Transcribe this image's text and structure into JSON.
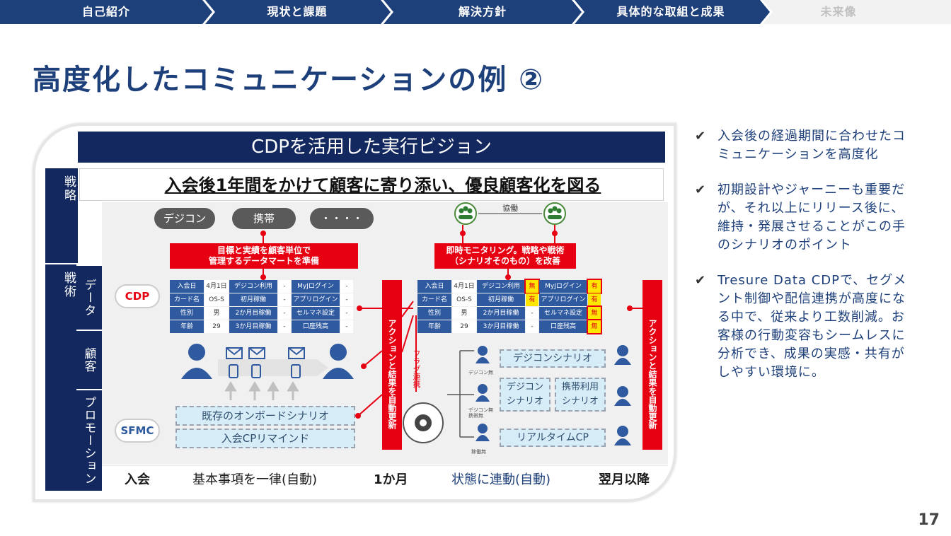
{
  "nav": {
    "steps": [
      {
        "label": "自己紹介",
        "state": "done"
      },
      {
        "label": "現状と課題",
        "state": "done"
      },
      {
        "label": "解決方針",
        "state": "done"
      },
      {
        "label": "具体的な取組と成果",
        "state": "current"
      },
      {
        "label": "未来像",
        "state": "future"
      }
    ],
    "colors": {
      "active": "#1d3f7a",
      "future": "#f2f2f2"
    }
  },
  "title": "高度化したコミュニケーションの例 ②",
  "slide": {
    "vision_title": "CDPを活用した実行ビジョン",
    "strategy_label": "戦略",
    "strategy_text": "入会後1年間をかけて顧客に寄り添い、優良顧客化を図る",
    "tactics_label": "戦術",
    "rows": {
      "data": "データ",
      "customer": "顧客",
      "promotion": "プロモーション"
    },
    "channels": [
      "デジコン",
      "携帯",
      "・・・・"
    ],
    "collab_label": "協働",
    "left_callout": [
      "目標と実績を顧客単位で",
      "管理するデータマートを準備"
    ],
    "right_callout": [
      "即時モニタリング。戦略や戦術",
      "（シナリオそのもの）を改善"
    ],
    "cdp_label": "CDP",
    "sfmc_label": "SFMC",
    "left_table": [
      [
        "入会日",
        "4月1日",
        "デジコン利用",
        "-",
        "MyJログイン",
        "-"
      ],
      [
        "カード名",
        "OS-S",
        "初月稼働",
        "-",
        "アプリログイン",
        "-"
      ],
      [
        "性別",
        "男",
        "2か月目稼働",
        "-",
        "セルマネ設定",
        "-"
      ],
      [
        "年齢",
        "29",
        "3か月目稼働",
        "-",
        "口座残高",
        "-"
      ]
    ],
    "right_table": [
      [
        "入会日",
        "4月1日",
        "デジコン利用",
        "無",
        "MyJログイン",
        "有"
      ],
      [
        "カード名",
        "OS-S",
        "初月稼働",
        "有",
        "アプリログイン",
        "有"
      ],
      [
        "性別",
        "男",
        "2か月目稼働",
        "-",
        "セルマネ設定",
        "無"
      ],
      [
        "年齢",
        "29",
        "3か月目稼働",
        "-",
        "口座残高",
        "無"
      ]
    ],
    "action_label_left": "アクションと結果を自動更新",
    "action_label_right": "アクションと結果を自動更新",
    "flag_label": "フラグ連携",
    "left_scenarios": [
      "既存のオンボードシナリオ",
      "入会CPリマインド"
    ],
    "right_scenarios": {
      "top": "デジコンシナリオ",
      "mid_left": "デジコン\nシナリオ",
      "mid_right": "携帯利用\nシナリオ",
      "bottom": "リアルタイムCP"
    },
    "person_notes": [
      "デジコン無",
      "デジコン無\n携帯無",
      "稼働無"
    ],
    "timeline": [
      "入会",
      "基本事項を一律(自動)",
      "1か月",
      "状態に連動(自動)",
      "翌月以降"
    ]
  },
  "bullets": [
    "入会後の経過期間に合わせたコミュニケーションを高度化",
    "初期設計やジャーニーも重要だが、それ以上にリリース後に、維持・発展させることがこの手のシナリオのポイント",
    "Tresure Data CDPで、セグメント制御や配信連携が高度になる中で、従来より工数削減。お客様の行動変容もシームレスに分析でき、成果の実感・共有がしやすい環境に。"
  ],
  "check_icon": "check-icon",
  "page_number": "17"
}
